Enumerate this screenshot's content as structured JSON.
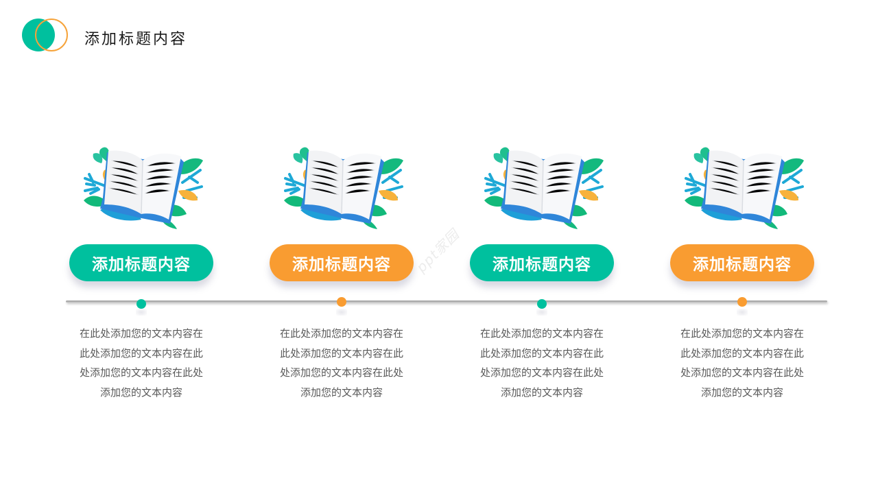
{
  "header": {
    "title": "添加标题内容",
    "logo": {
      "fill_color": "#00c09e",
      "ring_color": "#f6a33a"
    }
  },
  "colors": {
    "teal": "#00c09e",
    "orange": "#f99c31",
    "body_text": "#595959"
  },
  "watermark": "ppt家园",
  "timeline": {
    "items": [
      {
        "icon": "open-book-with-leaves-icon",
        "title": "添加标题内容",
        "accent": "teal",
        "lines": [
          "在此处添加您的文本内容在",
          "此处添加您的文本内容在此",
          "处添加您的文本内容在此处",
          "添加您的文本内容"
        ]
      },
      {
        "icon": "open-book-with-leaves-icon",
        "title": "添加标题内容",
        "accent": "orange",
        "lines": [
          "在此处添加您的文本内容在",
          "此处添加您的文本内容在此",
          "处添加您的文本内容在此处",
          "添加您的文本内容"
        ]
      },
      {
        "icon": "open-book-with-leaves-icon",
        "title": "添加标题内容",
        "accent": "teal",
        "lines": [
          "在此处添加您的文本内容在",
          "此处添加您的文本内容在此",
          "处添加您的文本内容在此处",
          "添加您的文本内容"
        ]
      },
      {
        "icon": "open-book-with-leaves-icon",
        "title": "添加标题内容",
        "accent": "orange",
        "lines": [
          "在此处添加您的文本内容在",
          "此处添加您的文本内容在此",
          "处添加您的文本内容在此处",
          "添加您的文本内容"
        ]
      }
    ]
  }
}
